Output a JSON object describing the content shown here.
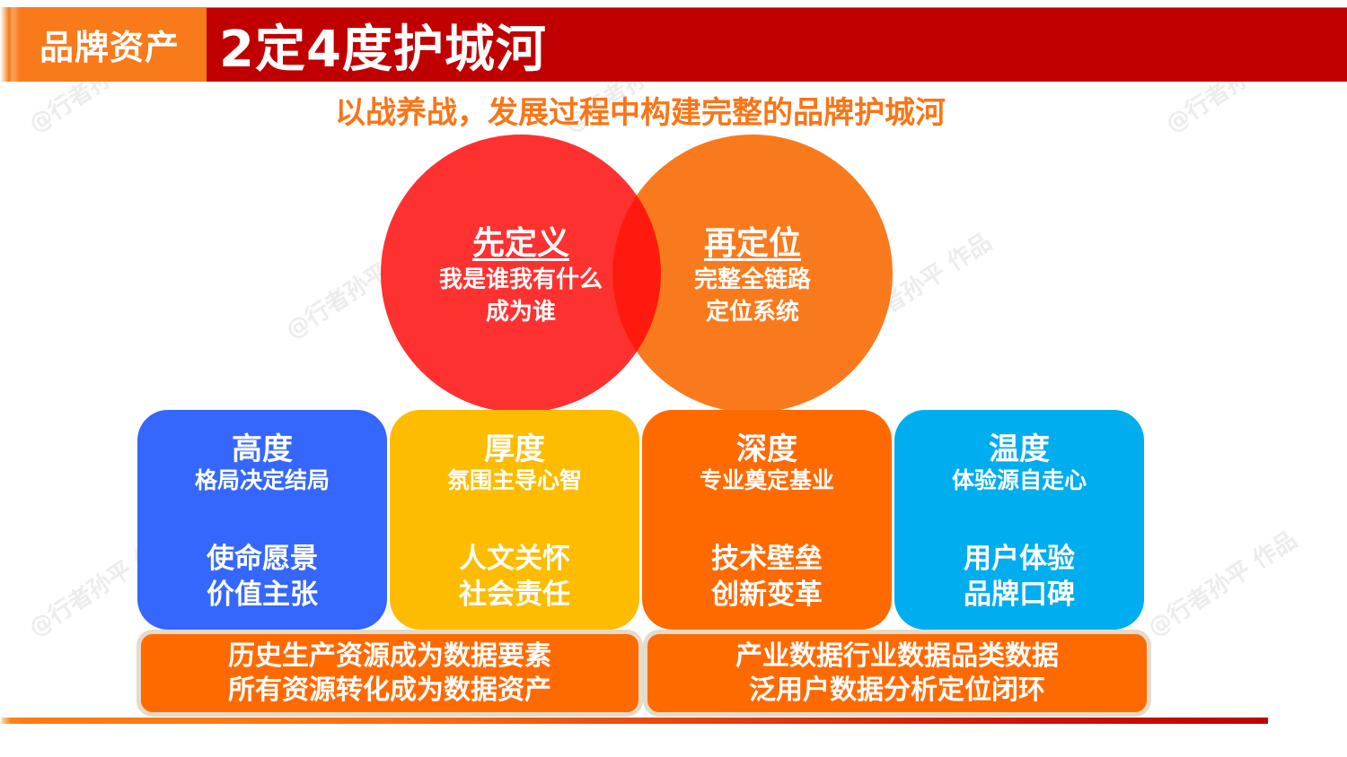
{
  "header": {
    "section_label": "品牌资产",
    "title": "2定4度护城河"
  },
  "subtitle": "以战养战，发展过程中构建完整的品牌护城河",
  "watermark": "@行者孙平 作品",
  "circles": [
    {
      "title": "先定义",
      "lines": [
        "我是谁我有什么",
        "成为谁"
      ],
      "color": "#fe2a2a"
    },
    {
      "title": "再定位",
      "lines": [
        "完整全链路",
        "定位系统"
      ],
      "color": "#f97a1d"
    }
  ],
  "cards": [
    {
      "title": "高度",
      "subtitle": "格局决定结局",
      "lines": [
        "使命愿景",
        "价值主张"
      ],
      "color": "#3567fd"
    },
    {
      "title": "厚度",
      "subtitle": "氛围主导心智",
      "lines": [
        "人文关怀",
        "社会责任"
      ],
      "color": "#fdbc00"
    },
    {
      "title": "深度",
      "subtitle": "专业奠定基业",
      "lines": [
        "技术壁垒",
        "创新变革"
      ],
      "color": "#ff6a00"
    },
    {
      "title": "温度",
      "subtitle": "体验源自走心",
      "lines": [
        "用户体验",
        "品牌口碑"
      ],
      "color": "#00adee"
    }
  ],
  "data_boxes": [
    {
      "lines": [
        "历史生产资源成为数据要素",
        "所有资源转化成为数据资产"
      ]
    },
    {
      "lines": [
        "产业数据行业数据品类数据",
        "泛用户数据分析定位闭环"
      ]
    }
  ],
  "colors": {
    "header_orange": "#f97a1a",
    "header_red": "#c00000",
    "subtitle_orange": "#f97516",
    "box_border": "#e4dbc8"
  }
}
